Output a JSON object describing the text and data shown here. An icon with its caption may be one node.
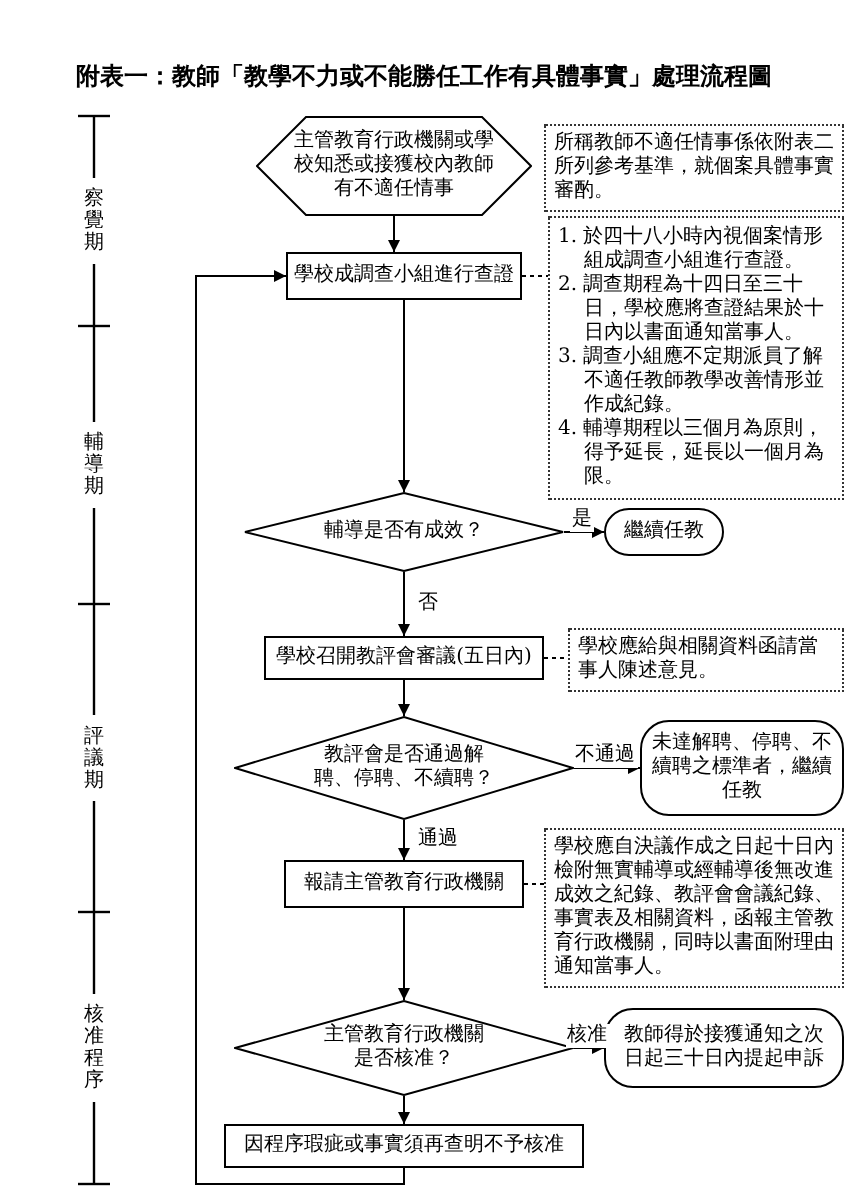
{
  "diagram": {
    "title": "附表一：教師「教學不力或不能勝任工作有具體事實」處理流程圖",
    "nodes": [
      {
        "text": [
          "主管教育行政機關或學校知悉或接獲校內教師有不適任情事"
        ]
      },
      {
        "text": [
          "所稱教師不適任情事係依附表二所列參考基準，就個案具體事實審酌。"
        ]
      },
      {
        "text": [
          "學校成調查小組進行查證"
        ]
      },
      {
        "text": [
          "1. 於四十八小時內視個案情形組成調查小組進行查證。",
          "2. 調查期程為十四日至三十日，學校應將查證結果於十日內以書面通知當事人。",
          "3. 調查小組應不定期派員了解不適任教師教學改善情形並作成紀錄。",
          "4. 輔導期程以三個月為原則，得予延長，延長以一個月為限。"
        ]
      },
      {
        "text": [
          "輔導是否有成效？"
        ]
      },
      {
        "text": [
          "繼續任教"
        ]
      },
      {
        "text": [
          "學校召開教評會審議(五日內)"
        ]
      },
      {
        "text": [
          "學校應給與相關資料函請當事人陳述意見。"
        ]
      },
      {
        "text": [
          "教評會是否通過解聘、停聘、不續聘？"
        ]
      },
      {
        "text": [
          "未達解聘、停聘、不續聘之標準者，繼續任教"
        ]
      },
      {
        "text": [
          "報請主管教育行政機關"
        ]
      },
      {
        "text": [
          "學校應自決議作成之日起十日內檢附無實輔導或經輔導後無改進成效之紀錄、教評會會議紀錄、事實表及相關資料，函報主管教育行政機關，同時以書面附理由通知當事人。"
        ]
      },
      {
        "text": [
          "主管教育行政機關是否核准？"
        ]
      },
      {
        "text": [
          "教師得於接獲通知之次日起三十日內提起申訴"
        ]
      },
      {
        "text": [
          "因程序瑕疵或事實須再查明不予核准"
        ]
      }
    ],
    "edges": [
      {
        "from": 0,
        "to": 2,
        "arrow": "to"
      },
      {
        "from": 2,
        "to": 3,
        "arrow": "none",
        "style": "dashed"
      },
      {
        "from": 2,
        "to": 4,
        "arrow": "to"
      },
      {
        "from": 4,
        "to": 5,
        "arrow": "to",
        "label": "是"
      },
      {
        "from": 4,
        "to": 6,
        "arrow": "to",
        "label": "否"
      },
      {
        "from": 6,
        "to": 7,
        "arrow": "none",
        "style": "dashed"
      },
      {
        "from": 6,
        "to": 8,
        "arrow": "to"
      },
      {
        "from": 8,
        "to": 9,
        "arrow": "to",
        "label": "不通過"
      },
      {
        "from": 8,
        "to": 10,
        "arrow": "to",
        "label": "通過"
      },
      {
        "from": 10,
        "to": 11,
        "arrow": "none",
        "style": "dashed"
      },
      {
        "from": 10,
        "to": 12,
        "arrow": "to"
      },
      {
        "from": 12,
        "to": 13,
        "arrow": "to",
        "label": "核准"
      },
      {
        "from": 12,
        "to": 14,
        "arrow": "to"
      },
      {
        "from": 14,
        "to": 2,
        "arrow": "to"
      }
    ],
    "labels": [
      "察覺期",
      "輔導期",
      "評議期",
      "核准程序"
    ]
  }
}
